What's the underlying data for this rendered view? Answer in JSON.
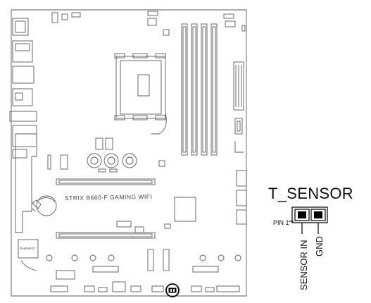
{
  "callout": {
    "title": "T_SENSOR",
    "pin_label": "PIN 1",
    "pins": [
      {
        "label": "SENSOR IN"
      },
      {
        "label": "GND"
      }
    ]
  },
  "board": {
    "model_text": "STRIX B660-F GAMING WIFI",
    "small_text": "RealtekHD"
  },
  "colors": {
    "line": "#5a5a5a",
    "highlight": "#000000"
  }
}
